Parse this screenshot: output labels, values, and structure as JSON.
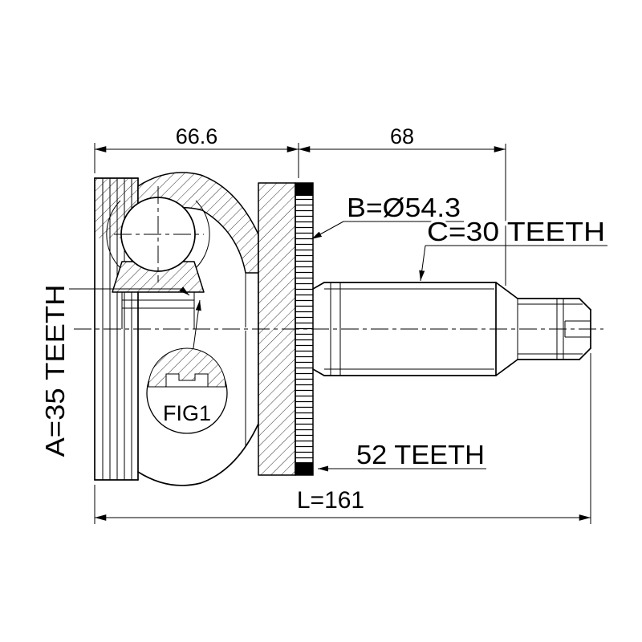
{
  "drawing": {
    "dimensions": {
      "housing_length": "66.6",
      "shaft_length": "68",
      "total_length": "L=161"
    },
    "labels": {
      "inner_spline": "A=35 TEETH",
      "ring_diameter": "B=Ø54.3",
      "outer_spline": "C=30 TEETH",
      "abs_ring_teeth": "52 TEETH",
      "figure_ref": "FIG1"
    },
    "colors": {
      "line": "#000000",
      "background": "#ffffff"
    }
  }
}
